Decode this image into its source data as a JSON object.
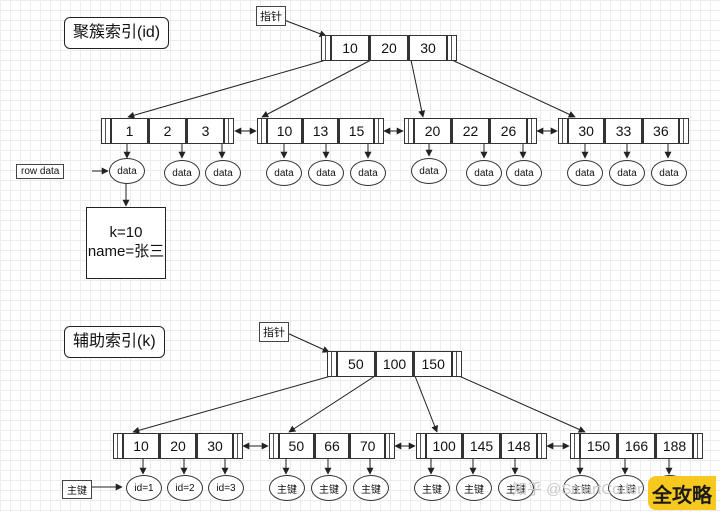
{
  "clustered": {
    "title": "聚簇索引(id)",
    "pointer": "指针",
    "root": [
      "10",
      "20",
      "30"
    ],
    "leaves": [
      [
        "1",
        "2",
        "3"
      ],
      [
        "10",
        "13",
        "15"
      ],
      [
        "20",
        "22",
        "26"
      ],
      [
        "30",
        "33",
        "36"
      ]
    ],
    "leaf_label": "data",
    "row_label": "row data",
    "record": {
      "line1": "k=10",
      "line2": "name=张三"
    }
  },
  "secondary": {
    "title": "辅助索引(k)",
    "pointer": "指针",
    "root": [
      "50",
      "100",
      "150"
    ],
    "leaves": [
      [
        "10",
        "20",
        "30"
      ],
      [
        "50",
        "66",
        "70"
      ],
      [
        "100",
        "145",
        "148"
      ],
      [
        "150",
        "166",
        "188"
      ]
    ],
    "leaf_labels_first": [
      "id=1",
      "id=2",
      "id=3"
    ],
    "leaf_label": "主键",
    "key_label": "主键"
  },
  "watermark": "知乎 @SmartCoder",
  "badge": "全攻略",
  "colors": {
    "line": "#222222",
    "grid": "#ececec",
    "badge": "#f7c81e"
  }
}
